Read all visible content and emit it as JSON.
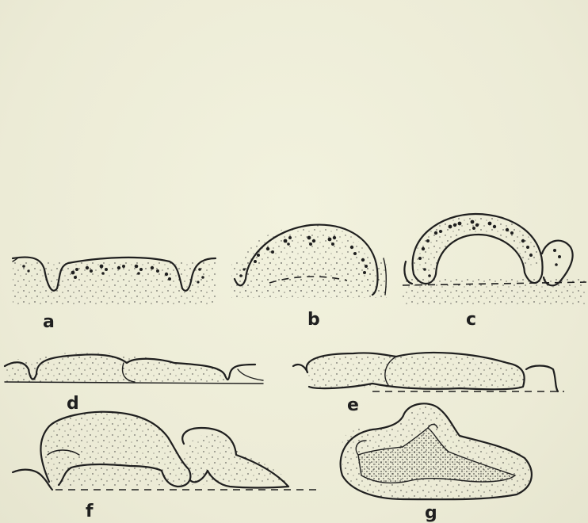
{
  "background_color": "#efefda",
  "ink_color": "#1f1f1f",
  "figure_labels": {
    "a": "a",
    "b": "b",
    "c": "c",
    "d": "d",
    "e": "e",
    "f": "f",
    "g": "g"
  }
}
